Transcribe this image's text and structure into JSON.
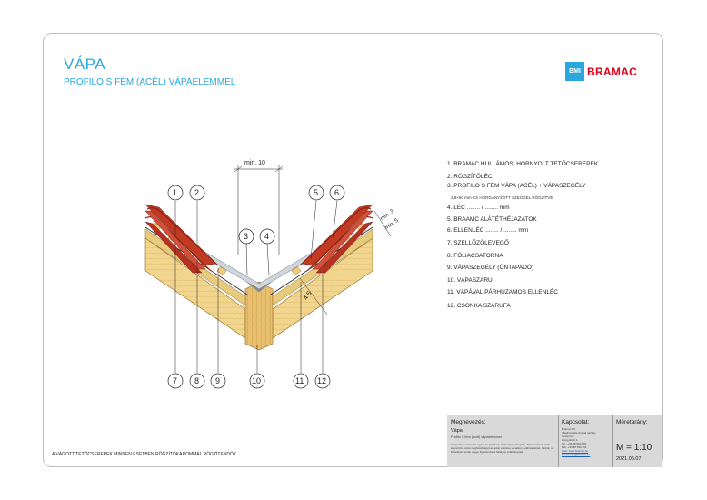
{
  "header": {
    "title": "VÁPA",
    "subtitle": "PROFILO S FÉM (ACÉL) VÁPAELEMMEL"
  },
  "logo": {
    "badge": "BMI",
    "brand": "BRAMAC",
    "badge_color": "#2aa7dd",
    "brand_color": "#e2001a"
  },
  "legend": [
    "1. BRAMAC HULLÁMOS, HORNYOLT TETŐCSEREPEK",
    "2. RÖGZÍTŐLÉC",
    "3. PROFILO S FÉM VÁPA (ACÉL) + VÁPASZEGÉLY",
    "4. LÉC  ........  /  ........  mm",
    "5. BRAAMC ALÁTÉTHÉJAZATOK",
    "6. ELLENLÉC  ........  /  ........  mm",
    "7. SZELLŐZŐLEVEGŐ",
    "8. FÓLIACSATORNA",
    "9. VÁPASZEGÉLY (ÖNTAPADÓ)",
    "10. VÁPASZARU",
    "11. VÁPÁVAL PÁRHUZAMOS ELLENLÉC",
    "12. CSONKA SZARUFA"
  ],
  "legend_note": "2,8×50 mm-ES HORGANYZOTT SZEGGEL RÖGZÍTVE",
  "drawing": {
    "dimension_top": "min. 10",
    "dimension_right_1": "min. 3",
    "dimension_right_2": "min. 5",
    "dimension_center": "4 5",
    "callouts_top": [
      "1",
      "2",
      "3",
      "4",
      "5",
      "6"
    ],
    "callouts_bottom": [
      "7",
      "8",
      "9",
      "10",
      "11",
      "12"
    ]
  },
  "footnote": "A VÁGOTT TETŐCSEREPEK MINDEN ESETBEN RÖGZÍTŐKAROMMAL RÖGZÍTENDŐK.",
  "title_block": {
    "designation_label": "Megnevezés:",
    "designation_title": "Vápa",
    "designation_sub": "Profilo S fém (acél) vápaelemmel",
    "designation_text": "A rajzokban szereplő egyéb megoldások tájékoztató jellegűek. Alkalmazásuk előtt ellenőrizze azok megfelelőségét az adott épületre vonatkozó előírásoknak. Kérjük, a kivitelezés során vegye figyelembe a hatályos szabványokat.",
    "contact_label": "Kapcsolat:",
    "contact_lines": [
      "Bramac Kft.",
      "Alkalmazástechnikai osztály",
      "Veszprém",
      "Házgyári út 1.",
      "Tel.: +36 88 590 890",
      "Fax: +36 88 590 891",
      "Web: www.bramac.hu",
      "Email: info@bramac.hu"
    ],
    "scale_label": "Méretarány:",
    "scale_value": "M = 1:10",
    "date": "2021.06.07."
  }
}
